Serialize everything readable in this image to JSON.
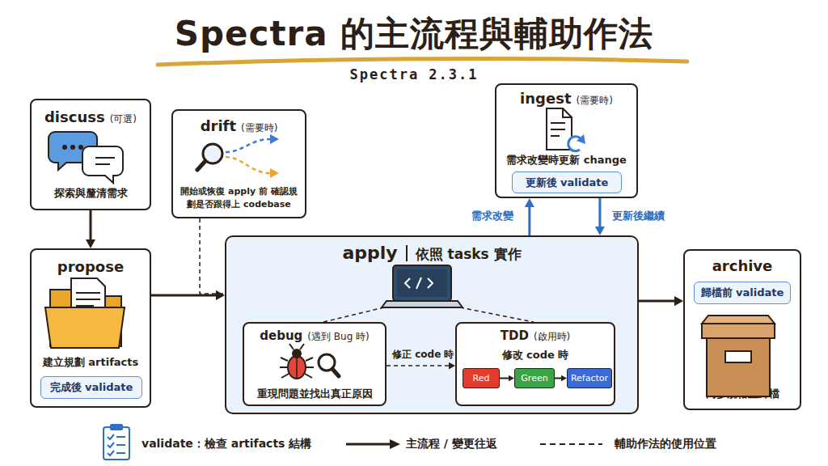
{
  "diagram": {
    "title": "Spectra 的主流程與輔助作法",
    "nodes": [
      {
        "text": [
          "discuss",
          "(可選)",
          "探索與釐清需求"
        ]
      },
      {
        "text": [
          "drift",
          "(需要時)",
          "開始或恢復 apply 前 確認規劃是否跟得上 codebase"
        ]
      },
      {
        "text": [
          "ingest",
          "(需要時)",
          "需求改變時更新 change"
        ]
      },
      {
        "text": [
          "更新後 validate"
        ],
        "in": 2
      },
      {
        "text": [
          "propose",
          "建立規劃 artifacts"
        ]
      },
      {
        "text": [
          "完成後 validate"
        ],
        "in": 4
      },
      {
        "text": [
          "apply",
          "依照 tasks 實作"
        ]
      },
      {
        "text": [
          "debug",
          "(遇到 Bug 時)",
          "重現問題並找出真正原因"
        ],
        "in": 6
      },
      {
        "text": [
          "TDD",
          "(啟用時)",
          "修改 code 時"
        ],
        "in": 6
      },
      {
        "text": [
          "Red"
        ],
        "in": 8
      },
      {
        "text": [
          "Green"
        ],
        "in": 8
      },
      {
        "text": [
          "Refactor"
        ],
        "in": 8
      },
      {
        "text": [
          "archive",
          "同步規格並歸檔"
        ]
      },
      {
        "text": [
          "歸檔前 validate"
        ],
        "in": 12
      }
    ],
    "edges": [
      {
        "from": 0,
        "to": 4,
        "arrow": "to"
      },
      {
        "from": 4,
        "to": 6,
        "arrow": "to"
      },
      {
        "from": 1,
        "to": 6,
        "arrow": "none"
      },
      {
        "from": 6,
        "to": 2,
        "label": "需求改變",
        "arrow": "to"
      },
      {
        "from": 2,
        "to": 6,
        "label": "更新後繼續",
        "arrow": "to"
      },
      {
        "from": 6,
        "to": 12,
        "arrow": "to"
      },
      {
        "from": 7,
        "to": 8,
        "label": "修正 code 時",
        "arrow": "to"
      },
      {
        "from": 9,
        "to": 10,
        "arrow": "to"
      },
      {
        "from": 10,
        "to": 11,
        "arrow": "to"
      }
    ],
    "labels": [
      "Spectra 2.3.1"
    ],
    "legend": [
      {
        "text": "validate：檢查 artifacts 結構"
      },
      {
        "text": "主流程 / 變更往返"
      },
      {
        "text": "輔助作法的使用位置"
      }
    ]
  }
}
